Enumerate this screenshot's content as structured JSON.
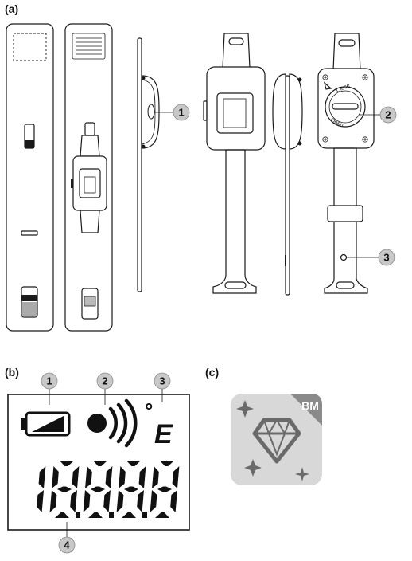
{
  "panels": {
    "a": "(a)",
    "b": "(b)",
    "c": "(c)"
  },
  "callouts_a": [
    "1",
    "2",
    "3"
  ],
  "callouts_b": [
    "1",
    "2",
    "3",
    "4"
  ],
  "cover_text": {
    "close": "Close",
    "open": "Open"
  },
  "display": {
    "unit_symbol": "°",
    "unit_letter": "E",
    "digits": [
      "1",
      "8",
      "8",
      "8",
      "8"
    ]
  },
  "app_icon": {
    "badge": "BM",
    "badge_color": "#8a8a8a",
    "tile_color": "#d6d6d6"
  }
}
